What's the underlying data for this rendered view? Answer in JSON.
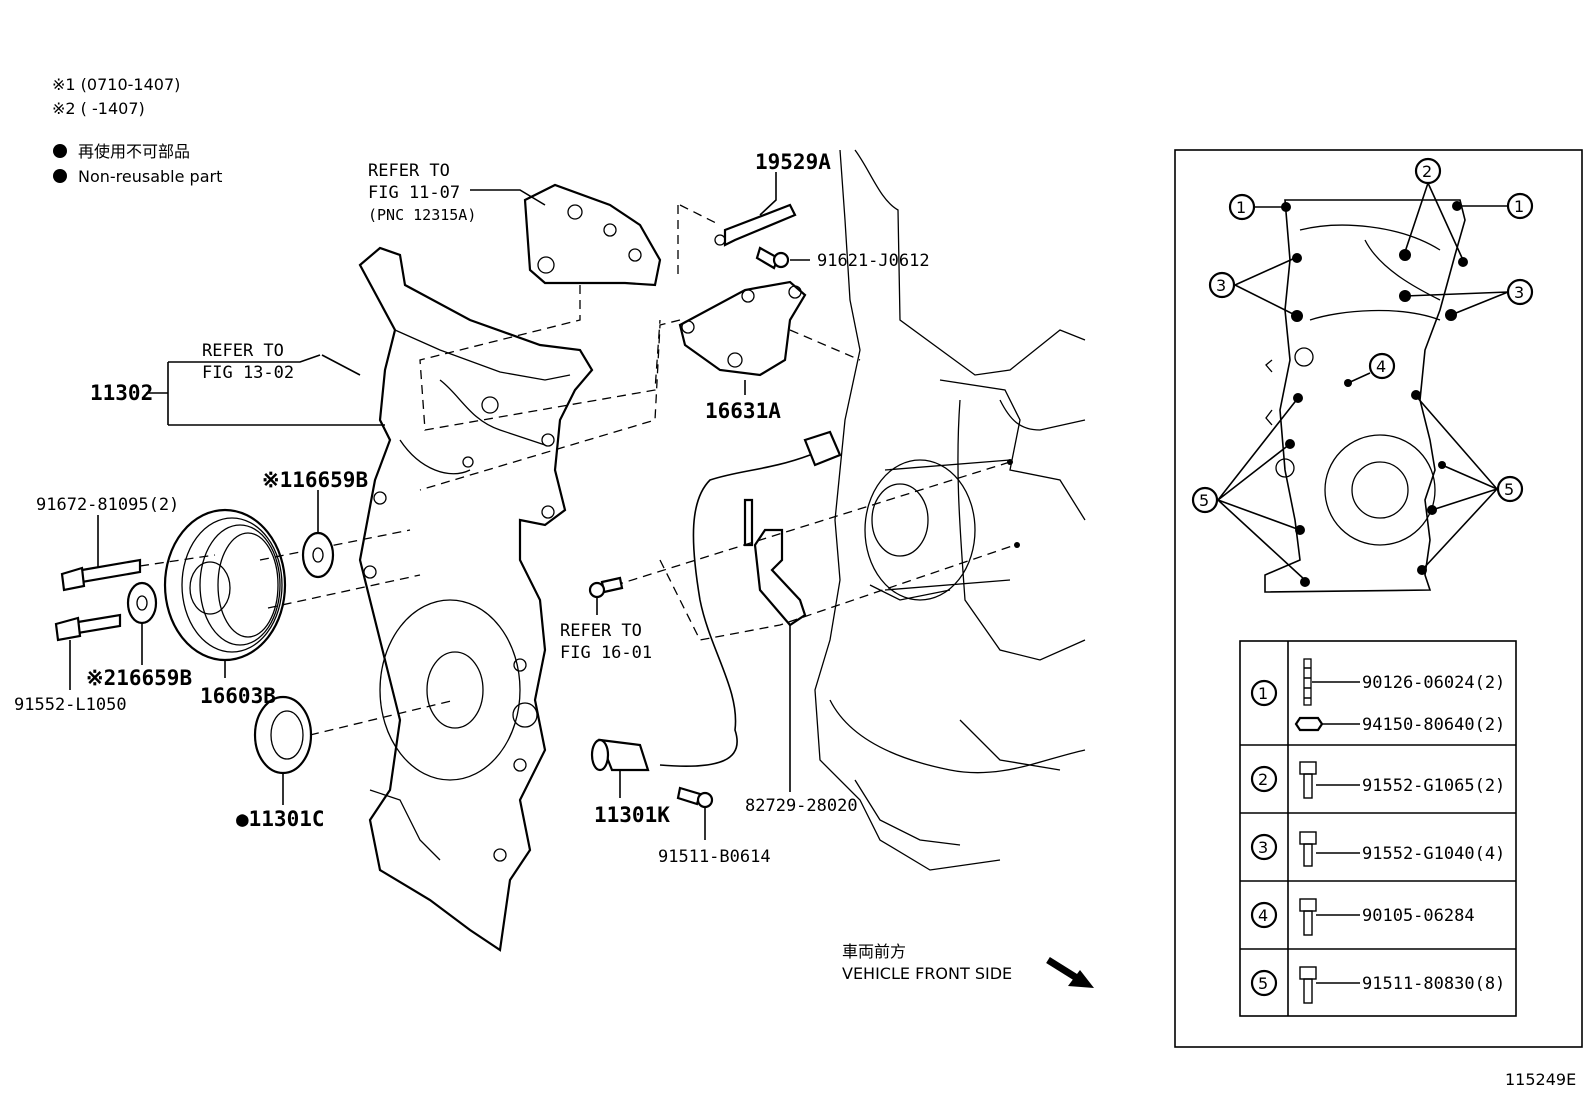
{
  "notes": {
    "note1": "※1 (0710-1407)",
    "note2": "※2 (      -1407)",
    "legend_jp": "再使用不可部品",
    "legend_en": "Non-reusable part"
  },
  "callouts": {
    "refer_top_1": "REFER TO",
    "refer_top_2": "FIG 11-07",
    "refer_top_3": "(PNC 12315A)",
    "refer_left_1": "REFER TO",
    "refer_left_2": "FIG 13-02",
    "refer_mid_1": "REFER TO",
    "refer_mid_2": "FIG 16-01"
  },
  "parts": {
    "p19529A": "19529A",
    "p91621": "91621-J0612",
    "p16631A": "16631A",
    "p11302": "11302",
    "p16659B_1": "※116659B",
    "p91672": "91672-81095(2)",
    "p91552L": "91552-L1050",
    "p16659B_2": "※216659B",
    "p16603B": "16603B",
    "p11301C": "●11301C",
    "p11301K": "11301K",
    "p91511B": "91511-B0614",
    "p82729": "82729-28020"
  },
  "direction": {
    "jp": "車両前方",
    "en": "VEHICLE FRONT SIDE"
  },
  "inset": {
    "markers": [
      "1",
      "2",
      "3",
      "4",
      "5"
    ],
    "table": [
      {
        "key": "1",
        "parts": [
          "90126-06024(2)",
          "94150-80640(2)"
        ]
      },
      {
        "key": "2",
        "parts": [
          "91552-G1065(2)"
        ]
      },
      {
        "key": "3",
        "parts": [
          "91552-G1040(4)"
        ]
      },
      {
        "key": "4",
        "parts": [
          "90105-06284"
        ]
      },
      {
        "key": "5",
        "parts": [
          "91511-80830(8)"
        ]
      }
    ]
  },
  "figure_id": "115249E"
}
